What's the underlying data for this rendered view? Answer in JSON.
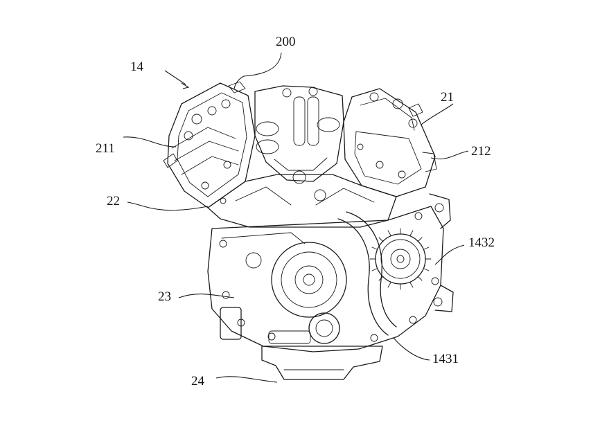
{
  "figure": {
    "labels": {
      "l14": "14",
      "l200": "200",
      "l21": "21",
      "l211": "211",
      "l212": "212",
      "l22": "22",
      "l1432": "1432",
      "l23": "23",
      "l1431": "1431",
      "l24": "24"
    },
    "colors": {
      "line": "#1a1a1a",
      "background": "#ffffff"
    }
  }
}
